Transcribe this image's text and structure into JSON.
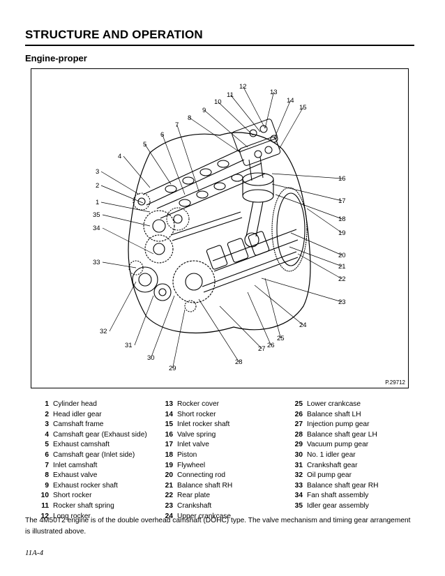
{
  "header": {
    "title": "STRUCTURE AND OPERATION",
    "subtitle": "Engine-proper"
  },
  "figure": {
    "code": "P.29712",
    "callout_labels": [
      "1",
      "2",
      "3",
      "4",
      "5",
      "6",
      "7",
      "8",
      "9",
      "10",
      "11",
      "12",
      "13",
      "14",
      "15",
      "16",
      "17",
      "18",
      "19",
      "20",
      "21",
      "22",
      "23",
      "24",
      "25",
      "26",
      "27",
      "28",
      "29",
      "30",
      "31",
      "32",
      "33",
      "34",
      "35"
    ]
  },
  "legend": {
    "columns": [
      [
        {
          "num": "1",
          "label": "Cylinder head"
        },
        {
          "num": "2",
          "label": "Head idler gear"
        },
        {
          "num": "3",
          "label": "Camshaft frame"
        },
        {
          "num": "4",
          "label": "Camshaft gear (Exhaust side)"
        },
        {
          "num": "5",
          "label": "Exhaust camshaft"
        },
        {
          "num": "6",
          "label": "Camshaft gear (Inlet side)"
        },
        {
          "num": "7",
          "label": "Inlet camshaft"
        },
        {
          "num": "8",
          "label": "Exhaust valve"
        },
        {
          "num": "9",
          "label": "Exhaust rocker shaft"
        },
        {
          "num": "10",
          "label": "Short rocker"
        },
        {
          "num": "11",
          "label": "Rocker shaft spring"
        },
        {
          "num": "12",
          "label": "Long rocker"
        }
      ],
      [
        {
          "num": "13",
          "label": "Rocker cover"
        },
        {
          "num": "14",
          "label": "Short rocker"
        },
        {
          "num": "15",
          "label": "Inlet rocker shaft"
        },
        {
          "num": "16",
          "label": "Valve spring"
        },
        {
          "num": "17",
          "label": "Inlet valve"
        },
        {
          "num": "18",
          "label": "Piston"
        },
        {
          "num": "19",
          "label": "Flywheel"
        },
        {
          "num": "20",
          "label": "Connecting rod"
        },
        {
          "num": "21",
          "label": "Balance shaft RH"
        },
        {
          "num": "22",
          "label": "Rear plate"
        },
        {
          "num": "23",
          "label": "Crankshaft"
        },
        {
          "num": "24",
          "label": "Upper crankcase"
        }
      ],
      [
        {
          "num": "25",
          "label": "Lower crankcase"
        },
        {
          "num": "26",
          "label": "Balance shaft LH"
        },
        {
          "num": "27",
          "label": "Injection pump gear"
        },
        {
          "num": "28",
          "label": "Balance shaft gear LH"
        },
        {
          "num": "29",
          "label": "Vacuum pump gear"
        },
        {
          "num": "30",
          "label": "No. 1 idler gear"
        },
        {
          "num": "31",
          "label": "Crankshaft gear"
        },
        {
          "num": "32",
          "label": "Oil pump gear"
        },
        {
          "num": "33",
          "label": "Balance shaft gear RH"
        },
        {
          "num": "34",
          "label": "Fan shaft assembly"
        },
        {
          "num": "35",
          "label": "Idler gear assembly"
        }
      ]
    ]
  },
  "caption": "The 4M50T2 engine is of the double overhead camshaft (DOHC) type.  The valve mechanism and timing gear arrangement is illustrated above.",
  "page_number": "11A-4"
}
